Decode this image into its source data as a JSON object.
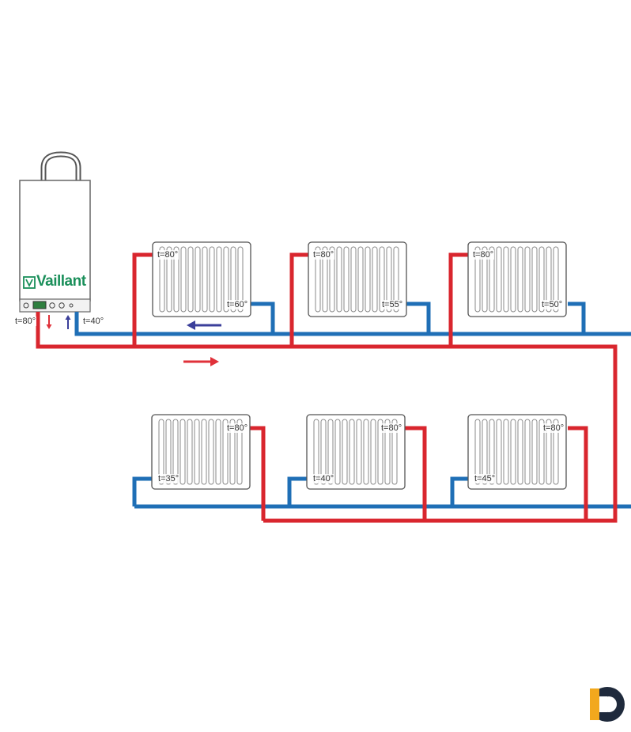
{
  "boiler": {
    "brand": "Vaillant",
    "supply_temp": "t=80°",
    "return_temp": "t=40°"
  },
  "radiators_upper": [
    {
      "inlet_temp": "t=80°",
      "outlet_temp": "t=60°"
    },
    {
      "inlet_temp": "t=80°",
      "outlet_temp": "t=55°"
    },
    {
      "inlet_temp": "t=80°",
      "outlet_temp": "t=50°"
    }
  ],
  "radiators_lower": [
    {
      "inlet_temp": "t=80°",
      "outlet_temp": "t=35°"
    },
    {
      "inlet_temp": "t=80°",
      "outlet_temp": "t=40°"
    },
    {
      "inlet_temp": "t=80°",
      "outlet_temp": "t=45°"
    }
  ],
  "colors": {
    "supply": "#d9262e",
    "return": "#1f6fb6",
    "brand": "#1a8f5a",
    "arrow_return": "#3b3f9a",
    "arrow_supply": "#e0313a",
    "logo_orange": "#f2a81d",
    "logo_dark": "#1f2a3c"
  }
}
